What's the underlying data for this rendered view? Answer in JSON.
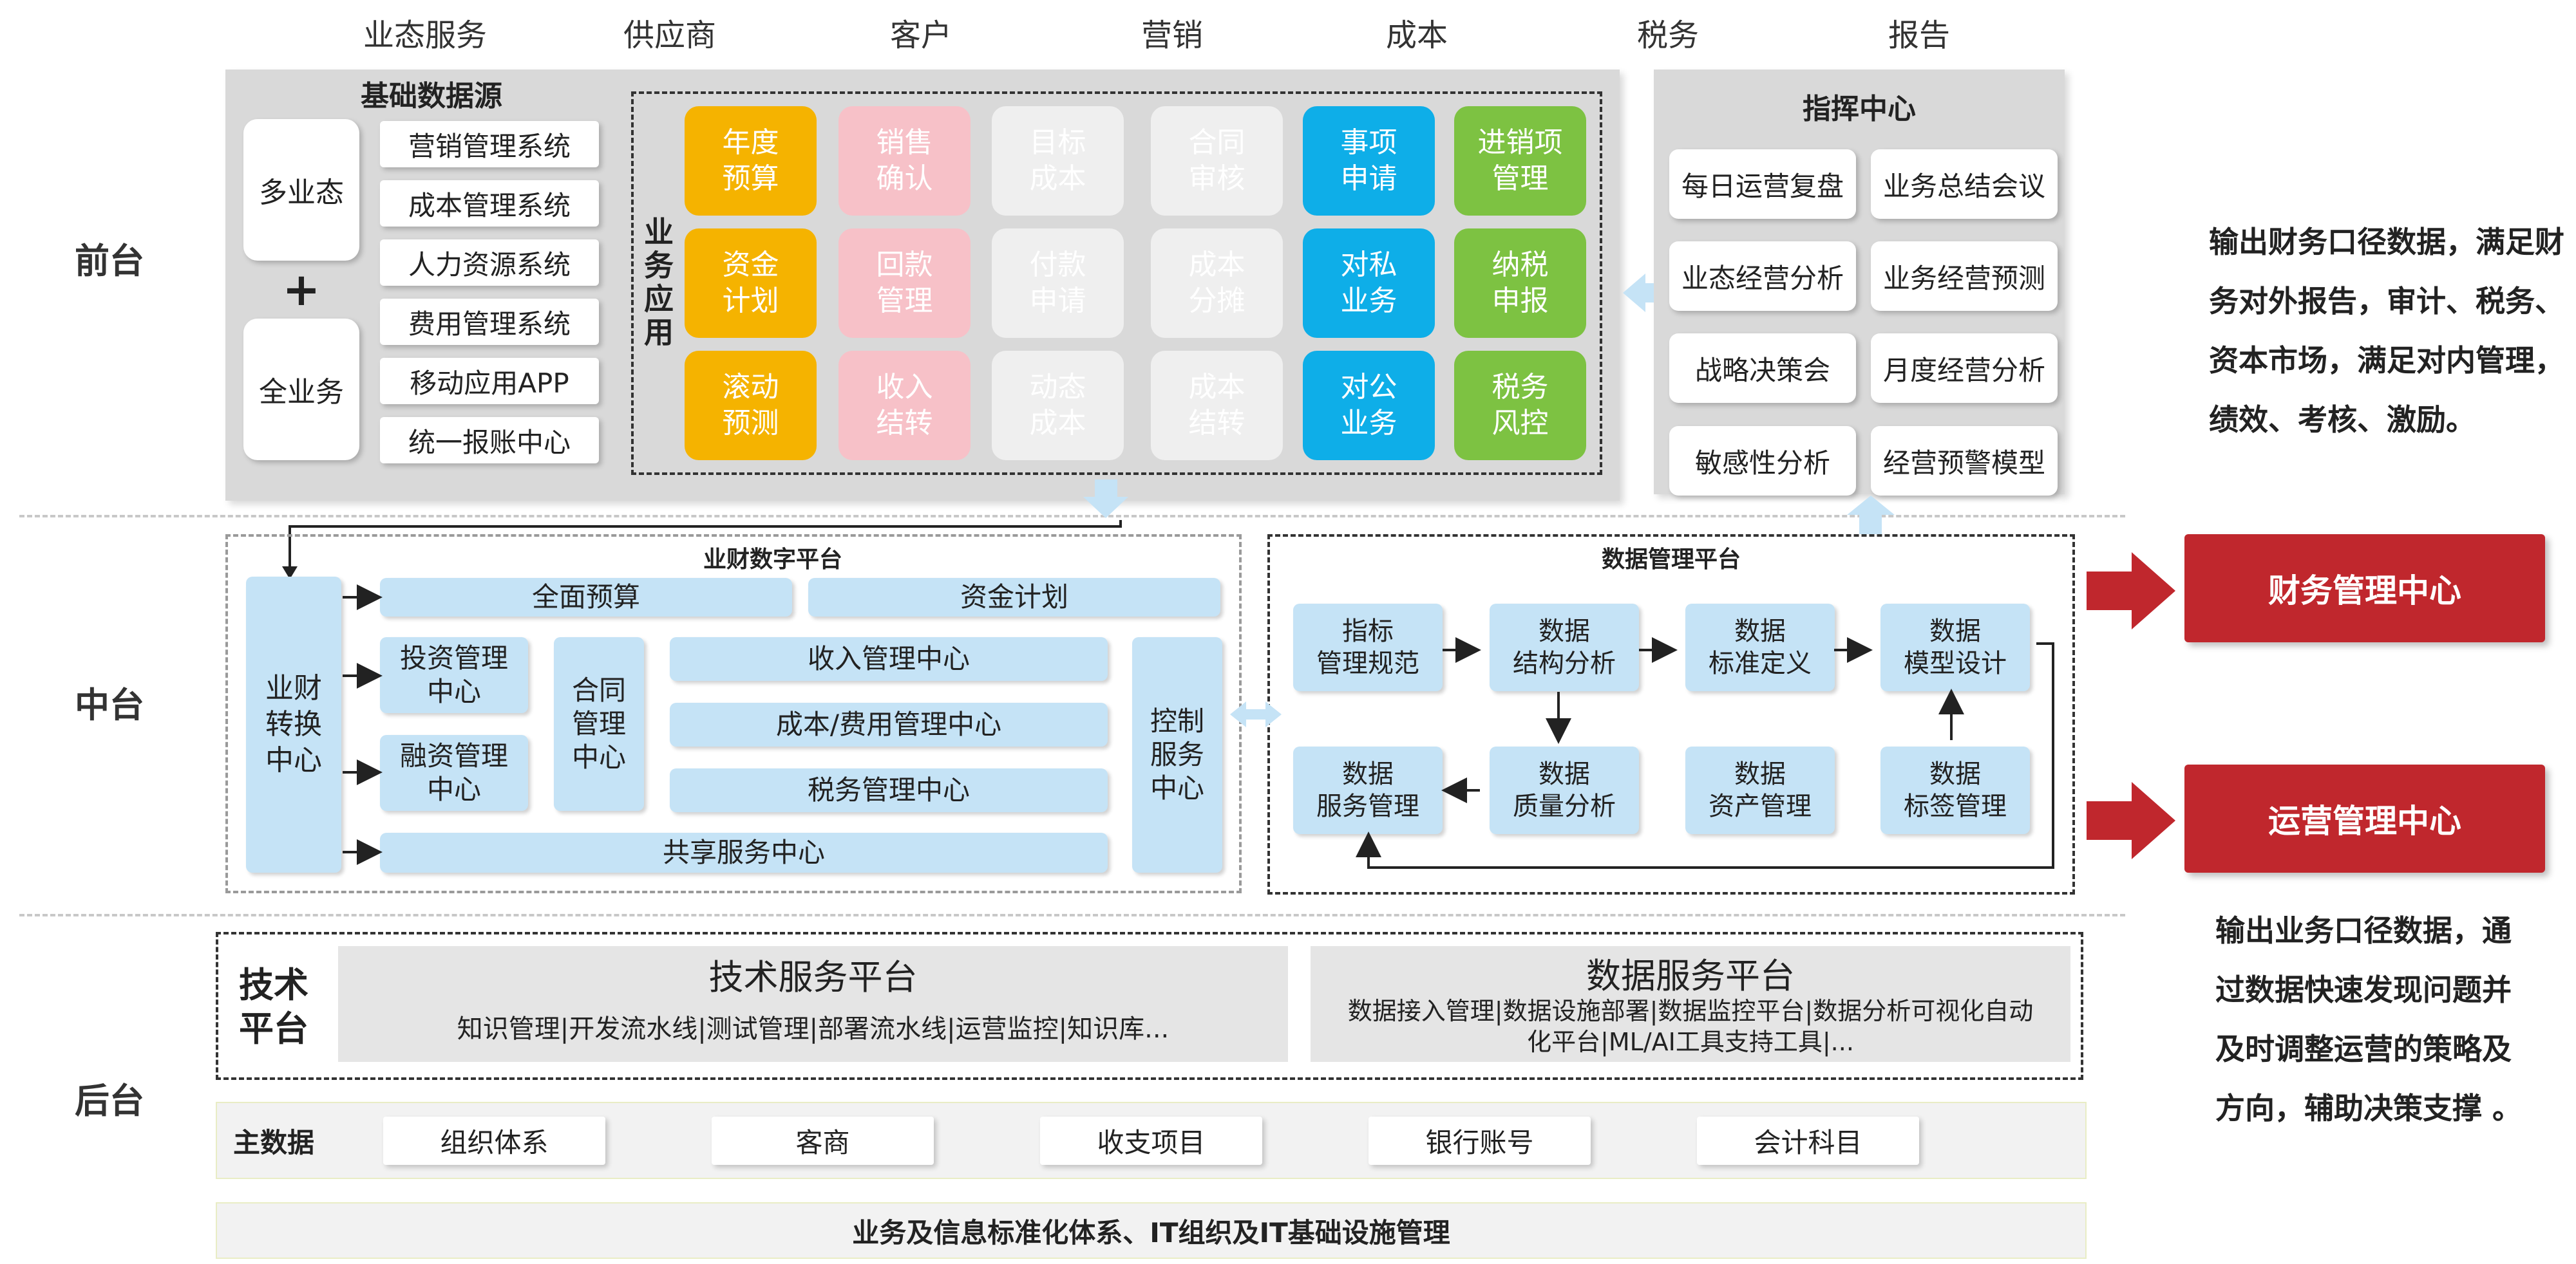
{
  "top_labels": [
    "业态服务",
    "供应商",
    "客户",
    "营销",
    "成本",
    "税务",
    "报告"
  ],
  "layers": {
    "front": "前台",
    "middle": "中台",
    "back": "后台"
  },
  "front": {
    "basic_data_title": "基础数据源",
    "left_cards": [
      "多业态",
      "全业务"
    ],
    "plus": "+",
    "systems": [
      "营销管理系统",
      "成本管理系统",
      "人力资源系统",
      "费用管理系统",
      "移动应用APP",
      "统一报账中心"
    ],
    "biz_apps_label": "业务应用",
    "tiles": [
      {
        "text": "年度\n预算",
        "color": "#f5b300"
      },
      {
        "text": "销售\n确认",
        "color": "#f7c1c8"
      },
      {
        "text": "目标\n成本",
        "color": "#efefef"
      },
      {
        "text": "合同\n审核",
        "color": "#efefef"
      },
      {
        "text": "事项\n申请",
        "color": "#0eaee8"
      },
      {
        "text": "进销项\n管理",
        "color": "#7dc242"
      },
      {
        "text": "资金\n计划",
        "color": "#f5b300"
      },
      {
        "text": "回款\n管理",
        "color": "#f7c1c8"
      },
      {
        "text": "付款\n申请",
        "color": "#efefef"
      },
      {
        "text": "成本\n分摊",
        "color": "#efefef"
      },
      {
        "text": "对私\n业务",
        "color": "#0eaee8"
      },
      {
        "text": "纳税\n申报",
        "color": "#7dc242"
      },
      {
        "text": "滚动\n预测",
        "color": "#f5b300"
      },
      {
        "text": "收入\n结转",
        "color": "#f7c1c8"
      },
      {
        "text": "动态\n成本",
        "color": "#efefef"
      },
      {
        "text": "成本\n结转",
        "color": "#efefef"
      },
      {
        "text": "对公\n业务",
        "color": "#0eaee8"
      },
      {
        "text": "税务\n风控",
        "color": "#7dc242"
      }
    ],
    "command_title": "指挥中心",
    "command_items": [
      "每日运营复盘",
      "业务总结会议",
      "业态经营分析",
      "业务经营预测",
      "战略决策会",
      "月度经营分析",
      "敏感性分析",
      "经营预警模型"
    ]
  },
  "middle": {
    "finance_platform_title": "业财数字平台",
    "conversion_center": "业财\n转换\n中心",
    "full_budget": "全面预算",
    "fund_plan": "资金计划",
    "investment": "投资管理\n中心",
    "financing": "融资管理\n中心",
    "contract": "合同\n管理\n中心",
    "income": "收入管理中心",
    "cost": "成本/费用管理中心",
    "tax": "税务管理中心",
    "shared": "共享服务中心",
    "control": "控制\n服务\n中心",
    "data_platform_title": "数据管理平台",
    "data_nodes": [
      "指标\n管理规范",
      "数据\n结构分析",
      "数据\n标准定义",
      "数据\n模型设计",
      "数据\n服务管理",
      "数据\n质量分析",
      "数据\n资产管理",
      "数据\n标签管理"
    ]
  },
  "right": {
    "top_text": "输出财务口径数据，满足财务对外报告，审计、税务、资本市场，满足对内管理，绩效、考核、激励。",
    "finance_center": "财务管理中心",
    "ops_center": "运营管理中心",
    "bottom_text": "输出业务口径数据，通过数据快速发现问题并及时调整运营的策略及方向，辅助决策支撑 。"
  },
  "back": {
    "tech_platform_label": "技术\n平台",
    "tech_service_title": "技术服务平台",
    "tech_service_desc": "知识管理|开发流水线|测试管理|部署流水线|运营监控|知识库...",
    "data_service_title": "数据服务平台",
    "data_service_desc": "数据接入管理|数据设施部署|数据监控平台|数据分析可视化自动化平台|ML/AI工具支持工具|...",
    "master_data_label": "主数据",
    "master_items": [
      "组织体系",
      "客商",
      "收支项目",
      "银行账号",
      "会计科目"
    ],
    "footer": "业务及信息标准化体系、IT组织及IT基础设施管理"
  }
}
